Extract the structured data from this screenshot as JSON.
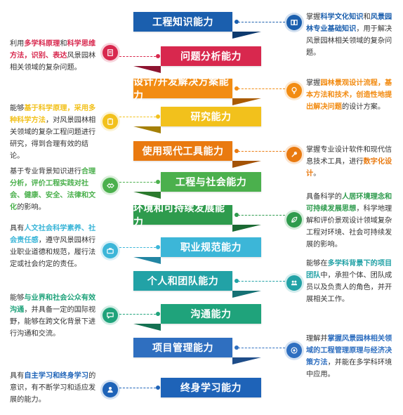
{
  "abilities": [
    {
      "label": "工程知识能力",
      "color": "#1b5fae",
      "fold": "#0d3a6e"
    },
    {
      "label": "问题分析能力",
      "color": "#d8284e",
      "fold": "#8e1430"
    },
    {
      "label": "设计/开发解决方案能力",
      "color": "#f28c13",
      "fold": "#a95b03"
    },
    {
      "label": "研究能力",
      "color": "#f2c11c",
      "fold": "#a58008"
    },
    {
      "label": "使用现代工具能力",
      "color": "#e97a10",
      "fold": "#a45307"
    },
    {
      "label": "工程与社会能力",
      "color": "#4bb04d",
      "fold": "#2b7a2d"
    },
    {
      "label": "环境和可持续发展能力",
      "color": "#2e9b4d",
      "fold": "#1b6a33"
    },
    {
      "label": "职业规范能力",
      "color": "#3cb6d8",
      "fold": "#2386a3"
    },
    {
      "label": "个人和团队能力",
      "color": "#22a2a6",
      "fold": "#157174"
    },
    {
      "label": "沟通能力",
      "color": "#1fa37b",
      "fold": "#147152"
    },
    {
      "label": "项目管理能力",
      "color": "#2f6fc0",
      "fold": "#1e4d89"
    },
    {
      "label": "终身学习能力",
      "color": "#1e63b8",
      "fold": "#123f78"
    }
  ],
  "descriptions": [
    {
      "icon": "book-icon",
      "color": "#1b5fae",
      "segments": [
        {
          "text": "掌握"
        },
        {
          "text": "科学文化知识",
          "hl": true
        },
        {
          "text": "和"
        },
        {
          "text": "风景园林专业基础知识",
          "hl": true
        },
        {
          "text": "，用于解决风景园林相关领域的复杂问题。"
        }
      ]
    },
    {
      "icon": "document-icon",
      "color": "#d8284e",
      "segments": [
        {
          "text": "利用"
        },
        {
          "text": "多学科原理",
          "hl": true
        },
        {
          "text": "和"
        },
        {
          "text": "科学思维方法，识别、表达",
          "hl": true
        },
        {
          "text": "风景园林相关领域的复杂问题。"
        }
      ]
    },
    {
      "icon": "lightbulb-icon",
      "color": "#f28c13",
      "segments": [
        {
          "text": "掌握"
        },
        {
          "text": "园林景观设计流程，基本方法和技术，创造性地提出解决问题",
          "hl": true
        },
        {
          "text": "的设计方案。"
        }
      ]
    },
    {
      "icon": "clipboard-icon",
      "color": "#f2c11c",
      "segments": [
        {
          "text": "能够"
        },
        {
          "text": "基于科学原理，采用多种科学方法",
          "hl": true
        },
        {
          "text": "，对风景园林相关领域的复杂工程问题进行研究，得到合理有效的结论。"
        }
      ]
    },
    {
      "icon": "tools-icon",
      "color": "#e97a10",
      "segments": [
        {
          "text": "掌握专业设计软件和现代信息技术工具，进行"
        },
        {
          "text": "数字化设计",
          "hl": true
        },
        {
          "text": "。"
        }
      ]
    },
    {
      "icon": "handshake-icon",
      "color": "#4bb04d",
      "segments": [
        {
          "text": "基于专业背景知识进行"
        },
        {
          "text": "合理分析，评价工程实践对社会、健康、安全、法律和文化",
          "hl": true
        },
        {
          "text": "的影响。"
        }
      ]
    },
    {
      "icon": "leaf-icon",
      "color": "#2e9b4d",
      "segments": [
        {
          "text": "具备科学的"
        },
        {
          "text": "人居环境理念和可持续发展思想",
          "hl": true
        },
        {
          "text": "，科学地理解和评价景观设计领域复杂工程对环境、社会可持续发展的影响。"
        }
      ]
    },
    {
      "icon": "briefcase-icon",
      "color": "#3cb6d8",
      "segments": [
        {
          "text": "具有"
        },
        {
          "text": "人文社会科学素养、社会责任感",
          "hl": true
        },
        {
          "text": "，遵守风景园林行业职业道德和规范，履行法定或社会约定的责任。"
        }
      ]
    },
    {
      "icon": "team-icon",
      "color": "#22a2a6",
      "segments": [
        {
          "text": "能够在"
        },
        {
          "text": "多学科背景下的项目团队",
          "hl": true
        },
        {
          "text": "中，承担个体、团队成员以及负责人的角色，并开展相关工作。"
        }
      ]
    },
    {
      "icon": "chat-icon",
      "color": "#1fa37b",
      "segments": [
        {
          "text": "能够"
        },
        {
          "text": "与业界和社会公众有效沟通",
          "hl": true
        },
        {
          "text": "，并具备一定的国际视野，能够在跨文化背景下进行沟通和交流。"
        }
      ]
    },
    {
      "icon": "target-icon",
      "color": "#2f6fc0",
      "segments": [
        {
          "text": "理解并"
        },
        {
          "text": "掌握风景园林相关领域的工程管理原理与经济决策方法",
          "hl": true
        },
        {
          "text": "，并能在多学科环境中应用。"
        }
      ]
    },
    {
      "icon": "user-icon",
      "color": "#1e63b8",
      "segments": [
        {
          "text": "具有"
        },
        {
          "text": "自主学习和终身学习",
          "hl": true
        },
        {
          "text": "的意识，有不断学习和适应发展的能力。"
        }
      ]
    }
  ]
}
